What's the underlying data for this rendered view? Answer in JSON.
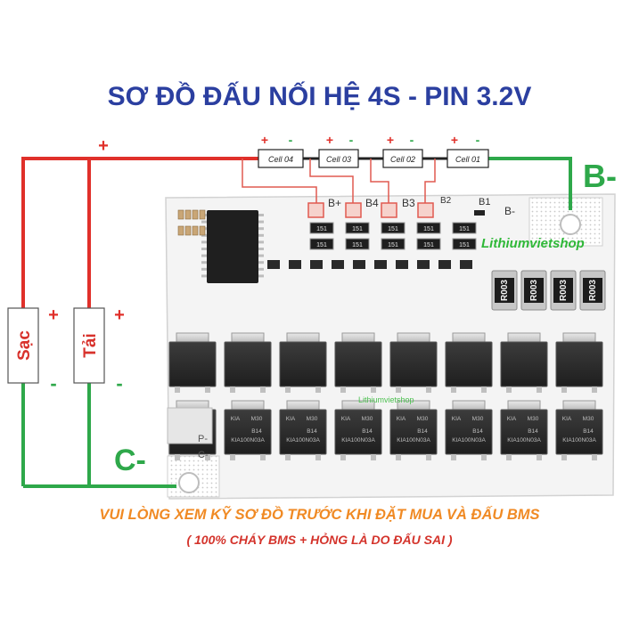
{
  "title": "SƠ ĐỒ ĐẤU NỐI HỆ 4S - PIN 3.2V",
  "cells": [
    "Cell 04",
    "Cell 03",
    "Cell 02",
    "Cell 01"
  ],
  "cell_polarity": {
    "plus": "+",
    "minus": "-"
  },
  "terminals": {
    "b_minus": "B-",
    "c_minus": "C-"
  },
  "rails": {
    "plus": "+"
  },
  "charger": {
    "label": "Sạc",
    "plus": "+",
    "minus": "-"
  },
  "load": {
    "label": "Tải",
    "plus": "+",
    "minus": "-"
  },
  "board": {
    "pads": [
      "B+",
      "B4",
      "B3",
      "B2",
      "B1",
      "B-"
    ],
    "side_pads": [
      "P-",
      "C-"
    ],
    "watermark": "Lithiumvietshop",
    "watermark_small": "Lithiumvietshop",
    "resistors": [
      "R003",
      "R003",
      "R003",
      "R003"
    ],
    "smd_codes": [
      "151",
      "151",
      "151",
      "151",
      "151",
      "151",
      "151",
      "151",
      "151",
      "151"
    ],
    "mosfet_lines": [
      "KIA",
      "M30",
      "B14",
      "KIA100N03A"
    ]
  },
  "warning": {
    "line1": "VUI LÒNG XEM KỸ SƠ ĐỒ TRƯỚC KHI ĐẶT MUA VÀ ĐẤU BMS",
    "line2": "( 100% CHÁY BMS + HỎNG  LÀ DO ĐẤU SAI )"
  },
  "colors": {
    "title": "#2b3fa0",
    "wire_red": "#e0302a",
    "wire_green": "#2ea84a",
    "tap_wire": "#e05a50",
    "warning_orange": "#f08a24",
    "warning_red": "#d4342c",
    "watermark_green": "#2fb838"
  }
}
